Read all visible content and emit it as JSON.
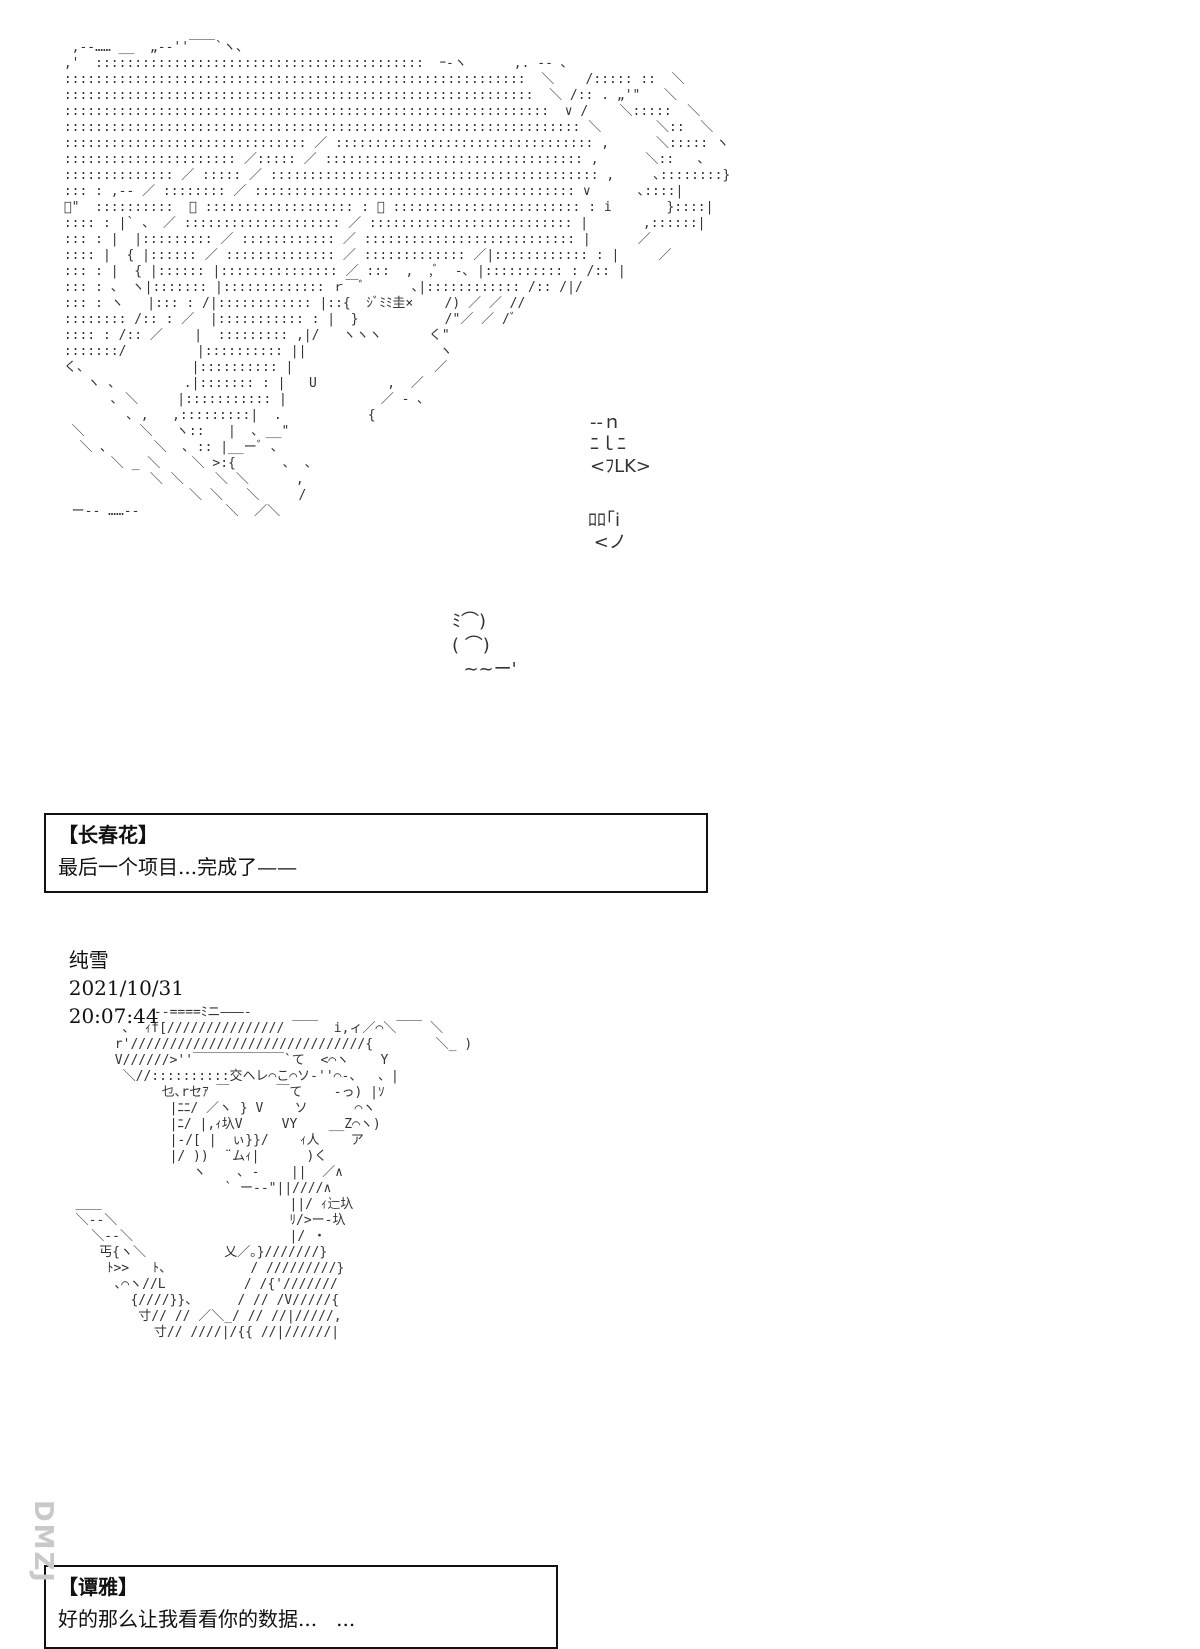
{
  "panel1": {
    "ascii_art": "  ,-‐…… __  „-‐''￣￣`ヽ、\n ,'  ::::::::::::::::::::::::::::::::::::::::::  ｰ-ヽ      ,. -‐ ､\n :::::::::::::::::::::::::::::::::::::::::::::::::::::::::::  ＼    /::::: ::  ＼\n ::::::::::::::::::::::::::::::::::::::::::::::::::::::::::::  ＼ /:: . „'\"   ＼\n ::::::::::::::::::::::::::::::::::::::::::::::::::::::::::::::  ∨ /    ＼:::::  ＼\n :::::::::::::::::::::::::::::::::::::::::::::::::::::::::::::::::: ＼       ＼::  ＼\n ::::::::::::::::::::::::::::::: ／ ::::::::::::::::::::::::::::::::: ,      ＼::::: ヽ\n :::::::::::::::::::::: ／::::: ／ ::::::::::::::::::::::::::::::::: ,      ＼::   ､\n :::::::::::::: ／ ::::: ／ :::::::::::::::::::::::::::::::::::::::::: ,     ､::::::::}\n ::: : ,-‐ ／ :::::::: ／ ::::::::::::::::::::::::::::::::::::::::: ∨      ､::::|\n ﾞ\"  ::::::::::  ／ ::::::::::::::::::: : ／ :::::::::::::::::::::::: : i       }::::|\n :::: : |` 、 ／ :::::::::::::::::::: ／ :::::::::::::::::::::::::: |       ,::::::|\n ::: : |  |::::::::: ／ :::::::::::: ／ ::::::::::::::::::::::::::: |      ／\n :::: |  { |:::::: ／ :::::::::::::: ／ ::::::::::::: ／|:::::::::::: : |     ／\n ::: : |  { |:::::: |::::::::::::::: ／ :::  ,  ,ﾞ  -､ |:::::::::: : /:: |\n ::: : 、 ヽ|::::::: |::::::::::::: ｒ￣ﾞ      ､|:::::::::::: /:: /|/\n ::: : ヽ   |::: : /|:::::::::::: |::{  ｼﾞﾐﾐ圭×    /) ／ ／ //\n :::::::: /:: : ／  |::::::::::: : |  }           /\"／ ／ /ﾞ\n :::: : /:: ／    |  ::::::::: ,|/   ヽヽヽ      く\"\n :::::::/         |:::::::::: ||                 ヽ\n く、             |:::::::::: |                  ／\n    ヽ 、        .|::::::: : |   U         ,  ／\n       ､ ＼     |::::::::::: |            ／ - ､\n         ､ ,   ,:::::::::|  .           {\n  ＼       ＼   ヽ::   |  ､ __\"\n   ＼ ､      ＼  ､ :: |__ーﾞ ､\n       ＼ _ ＼    ＼ >:{      ､  ､\n            ＼ ＼    ＼ ＼      ,\n                 ＼ ＼   ＼     /\n  ー‐‐ ……‐‐           ＼  ／＼",
    "sfx_top": "--ｎ\nﾆｌﾆ\n<ﾌLK>",
    "sfx_mid": "ﾛﾛ｢i\n <ノ",
    "sfx_small": "ﾐ⌒)\n( ⌒)\n  ~~ー'",
    "dialog": {
      "speaker": "【长春花】",
      "line": "最后一个项目...完成了——"
    }
  },
  "meta": {
    "author": "纯雪",
    "date": "2021/10/31",
    "time": "20:07:44"
  },
  "panel2": {
    "ascii_art": "            --====ﾐニ―――-\n        ､  ｨf[/////////////// ￣￣  i,ィ／⌒＼￣￣ ＼\n       r'//////////////////////////////{        ＼_ )\n       V//////>''￣￣￣￣￣￣￣`て  <⌒ヽ    Y\n        ＼//::::::::::交ヘレ⌒こ⌒ソ-''⌒-、  、|\n             乜､rセｱ ￣      ￣て    -っ) |ｿ\n              |ﾆﾆ/ ／ヽ } V    ソ      ⌒ヽ\n              |ﾆ/ |,ｨ圦V     VY    __Z⌒ヽ)\n              |-/[ |  ぃ}}/    ｨ人    ア\n              |/ ))  ¨ムｨ|      )く\n                 ヽ    ､ ‐    ||  ／∧\n                     ` ー--\"||////∧\n  ＿＿                        ||/ ｨ辷圦\n  ＼--＼                      ﾘ/>ー-圦\n    ＼--＼                    |/ ・\n     丐{ヽ＼          乂／｡}///////}\n      ﾄ>>   ﾄ、          / /////////}\n       ､⌒ヽ//L          / /{'///////\n         {////}}、     / // /V/////{\n          寸// // ／＼_/ // //|/////,\n            寸// ////|/{{ //|//////|",
    "dialog": {
      "speaker": "【谭雅】",
      "line": "好的那么让我看看你的数据...   ..."
    }
  },
  "watermark": "DMZJ"
}
